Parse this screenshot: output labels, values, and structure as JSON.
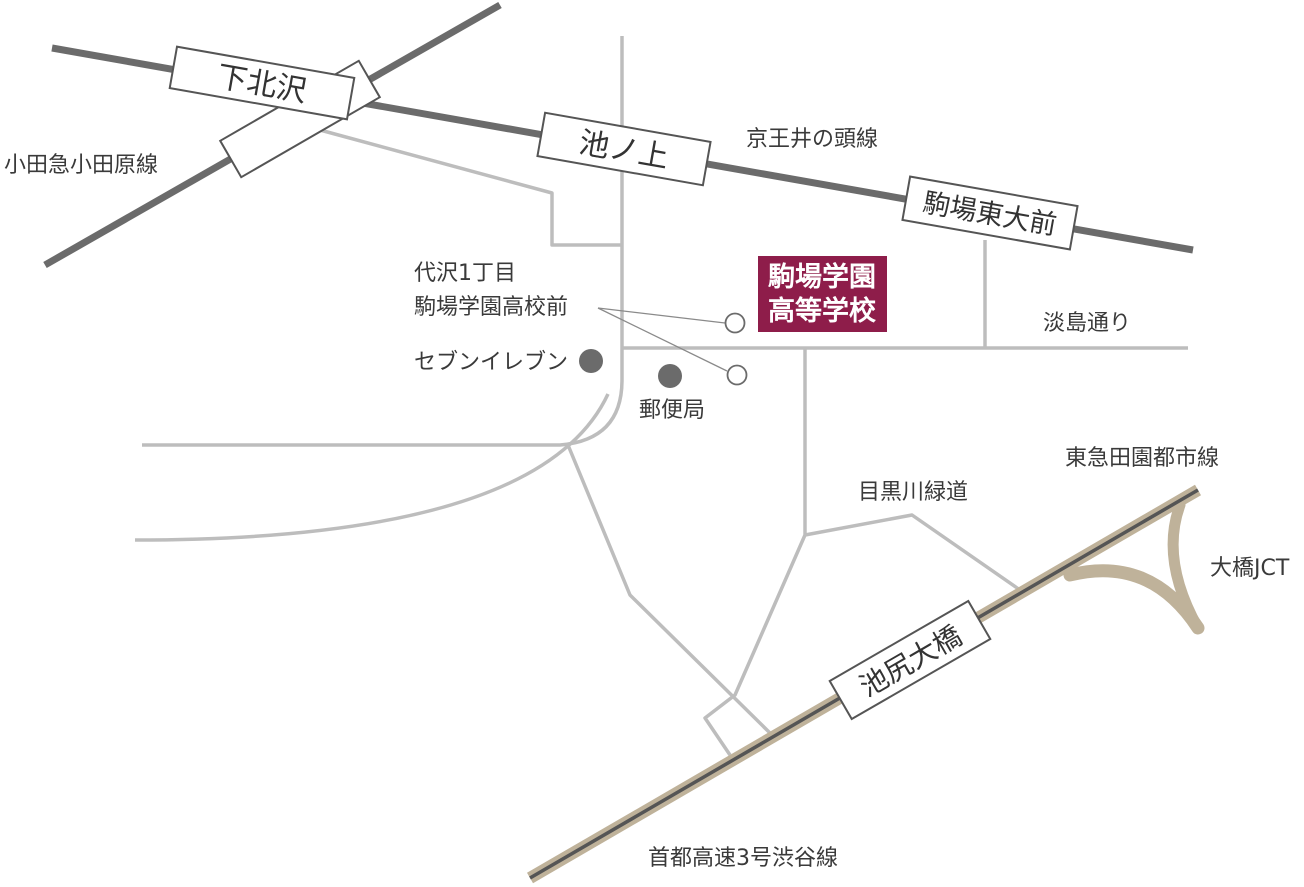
{
  "colors": {
    "rail": "#6b6b6b",
    "road": "#bdbdbd",
    "expressway_casing": "#bfb29a",
    "expressway_center": "#555555",
    "school": "#8e1d4a",
    "marker": "#6b6b6b",
    "text": "#3a3a3a"
  },
  "stations": {
    "shimokitazawa": "下北沢",
    "ikenoue": "池ノ上",
    "komaba_todaimae": "駒場東大前",
    "ikejiri_ohashi": "池尻大橋"
  },
  "railways": {
    "odakyu": "小田急小田原線",
    "keio_inokashira": "京王井の頭線",
    "tokyu_denentoshi": "東急田園都市線"
  },
  "roads": {
    "awashima": "淡島通り",
    "meguro_ryokudo": "目黒川緑道",
    "shuto_expressway": "首都高速3号渋谷線",
    "ohashi_jct": "大橋JCT"
  },
  "school": {
    "name_line1": "駒場学園",
    "name_line2": "高等学校"
  },
  "bus_stop": {
    "line1": "代沢1丁目",
    "line2": "駒場学園高校前"
  },
  "landmarks": {
    "seven_eleven": "セブンイレブン",
    "post_office": "郵便局"
  }
}
